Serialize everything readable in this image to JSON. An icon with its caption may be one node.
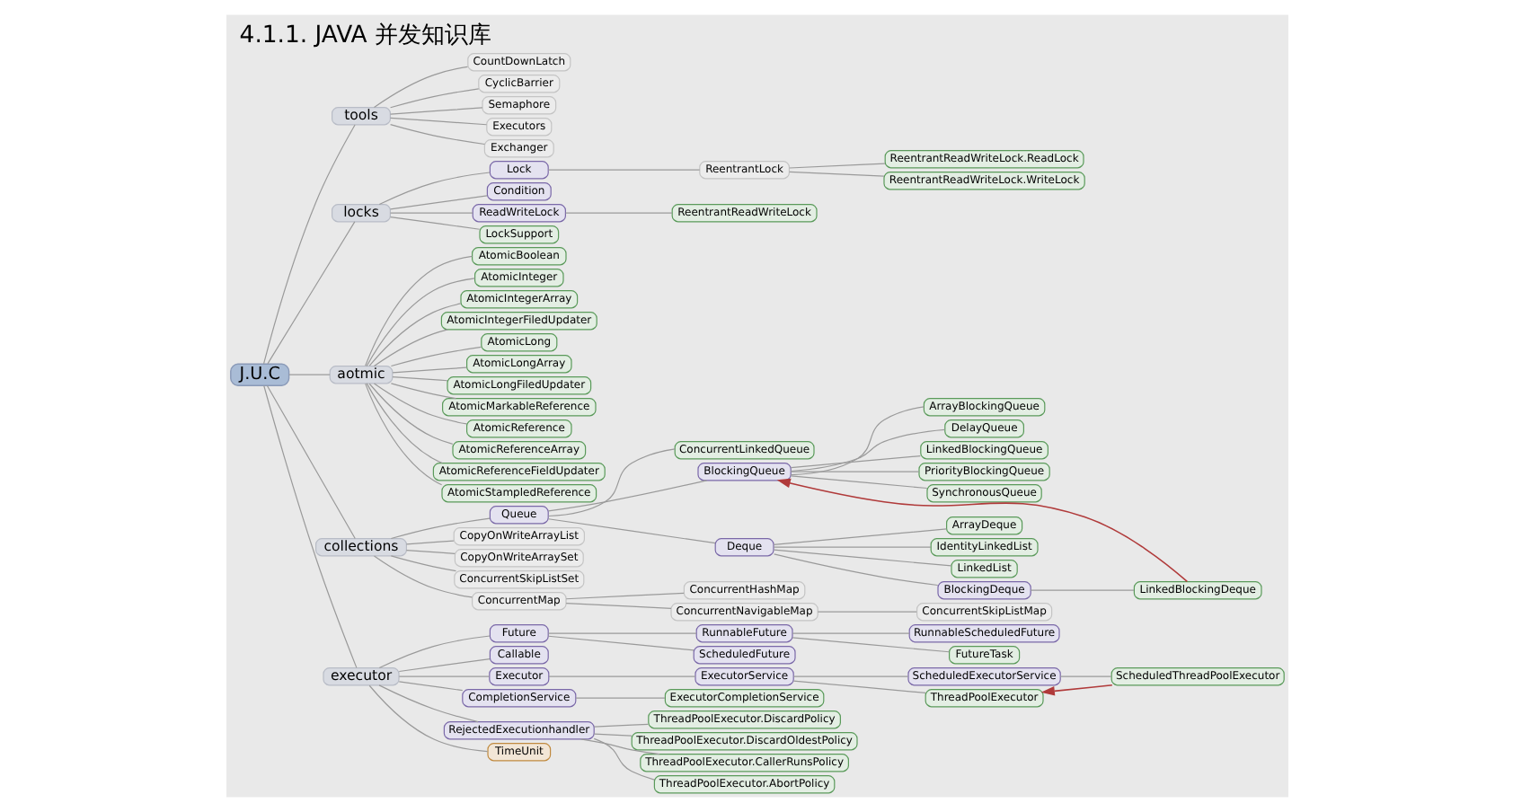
{
  "diagram": {
    "title": "4.1.1. JAVA 并发知识库",
    "nodes": [
      {
        "text": [
          "J.U.C"
        ]
      },
      {
        "text": [
          "tools"
        ]
      },
      {
        "text": [
          "CountDownLatch"
        ]
      },
      {
        "text": [
          "CyclicBarrier"
        ]
      },
      {
        "text": [
          "Semaphore"
        ]
      },
      {
        "text": [
          "Executors"
        ]
      },
      {
        "text": [
          "Exchanger"
        ]
      },
      {
        "text": [
          "locks"
        ]
      },
      {
        "text": [
          "Lock"
        ]
      },
      {
        "text": [
          "ReentrantLock"
        ]
      },
      {
        "text": [
          "ReentrantReadWriteLock.ReadLock"
        ]
      },
      {
        "text": [
          "ReentrantReadWriteLock.WriteLock"
        ]
      },
      {
        "text": [
          "Condition"
        ]
      },
      {
        "text": [
          "ReadWriteLock"
        ]
      },
      {
        "text": [
          "ReentrantReadWriteLock"
        ]
      },
      {
        "text": [
          "LockSupport"
        ]
      },
      {
        "text": [
          "aotmic"
        ]
      },
      {
        "text": [
          "AtomicBoolean"
        ]
      },
      {
        "text": [
          "AtomicInteger"
        ]
      },
      {
        "text": [
          "AtomicIntegerArray"
        ]
      },
      {
        "text": [
          "AtomicIntegerFiledUpdater"
        ]
      },
      {
        "text": [
          "AtomicLong"
        ]
      },
      {
        "text": [
          "AtomicLongArray"
        ]
      },
      {
        "text": [
          "AtomicLongFiledUpdater"
        ]
      },
      {
        "text": [
          "AtomicMarkableReference"
        ]
      },
      {
        "text": [
          "AtomicReference"
        ]
      },
      {
        "text": [
          "AtomicReferenceArray"
        ]
      },
      {
        "text": [
          "AtomicReferenceFieldUpdater"
        ]
      },
      {
        "text": [
          "AtomicStampledReference"
        ]
      },
      {
        "text": [
          "collections"
        ]
      },
      {
        "text": [
          "Queue"
        ]
      },
      {
        "text": [
          "ConcurrentLinkedQueue"
        ]
      },
      {
        "text": [
          "BlockingQueue"
        ]
      },
      {
        "text": [
          "ArrayBlockingQueue"
        ]
      },
      {
        "text": [
          "DelayQueue"
        ]
      },
      {
        "text": [
          "LinkedBlockingQueue"
        ]
      },
      {
        "text": [
          "PriorityBlockingQueue"
        ]
      },
      {
        "text": [
          "SynchronousQueue"
        ]
      },
      {
        "text": [
          "Deque"
        ]
      },
      {
        "text": [
          "ArrayDeque"
        ]
      },
      {
        "text": [
          "IdentityLinkedList"
        ]
      },
      {
        "text": [
          "LinkedList"
        ]
      },
      {
        "text": [
          "BlockingDeque"
        ]
      },
      {
        "text": [
          "LinkedBlockingDeque"
        ]
      },
      {
        "text": [
          "CopyOnWriteArrayList"
        ]
      },
      {
        "text": [
          "CopyOnWriteArraySet"
        ]
      },
      {
        "text": [
          "ConcurrentSkipListSet"
        ]
      },
      {
        "text": [
          "ConcurrentMap"
        ]
      },
      {
        "text": [
          "ConcurrentHashMap"
        ]
      },
      {
        "text": [
          "ConcurrentNavigableMap"
        ]
      },
      {
        "text": [
          "ConcurrentSkipListMap"
        ]
      },
      {
        "text": [
          "executor"
        ]
      },
      {
        "text": [
          "Future"
        ]
      },
      {
        "text": [
          "RunnableFuture"
        ]
      },
      {
        "text": [
          "RunnableScheduledFuture"
        ]
      },
      {
        "text": [
          "FutureTask"
        ]
      },
      {
        "text": [
          "ScheduledFuture"
        ]
      },
      {
        "text": [
          "Callable"
        ]
      },
      {
        "text": [
          "Executor"
        ]
      },
      {
        "text": [
          "ExecutorService"
        ]
      },
      {
        "text": [
          "ScheduledExecutorService"
        ]
      },
      {
        "text": [
          "ScheduledThreadPoolExecutor"
        ]
      },
      {
        "text": [
          "ThreadPoolExecutor"
        ]
      },
      {
        "text": [
          "CompletionService"
        ]
      },
      {
        "text": [
          "ExecutorCompletionService"
        ]
      },
      {
        "text": [
          "RejectedExecutionhandler"
        ]
      },
      {
        "text": [
          "ThreadPoolExecutor.DiscardPolicy"
        ]
      },
      {
        "text": [
          "ThreadPoolExecutor.DiscardOldestPolicy"
        ]
      },
      {
        "text": [
          "ThreadPoolExecutor.CallerRunsPolicy"
        ]
      },
      {
        "text": [
          "ThreadPoolExecutor.AbortPolicy"
        ]
      },
      {
        "text": [
          "TimeUnit"
        ]
      }
    ],
    "edges": [
      {
        "from": 0,
        "to": 1,
        "arrow": "none"
      },
      {
        "from": 1,
        "to": 2,
        "arrow": "none"
      },
      {
        "from": 1,
        "to": 3,
        "arrow": "none"
      },
      {
        "from": 1,
        "to": 4,
        "arrow": "none"
      },
      {
        "from": 1,
        "to": 5,
        "arrow": "none"
      },
      {
        "from": 1,
        "to": 6,
        "arrow": "none"
      },
      {
        "from": 0,
        "to": 7,
        "arrow": "none"
      },
      {
        "from": 7,
        "to": 8,
        "arrow": "none"
      },
      {
        "from": 8,
        "to": 9,
        "arrow": "none"
      },
      {
        "from": 9,
        "to": 10,
        "arrow": "none"
      },
      {
        "from": 9,
        "to": 11,
        "arrow": "none"
      },
      {
        "from": 7,
        "to": 12,
        "arrow": "none"
      },
      {
        "from": 7,
        "to": 13,
        "arrow": "none"
      },
      {
        "from": 13,
        "to": 14,
        "arrow": "none"
      },
      {
        "from": 7,
        "to": 15,
        "arrow": "none"
      },
      {
        "from": 0,
        "to": 16,
        "arrow": "none"
      },
      {
        "from": 16,
        "to": 17,
        "arrow": "none"
      },
      {
        "from": 16,
        "to": 18,
        "arrow": "none"
      },
      {
        "from": 16,
        "to": 19,
        "arrow": "none"
      },
      {
        "from": 16,
        "to": 20,
        "arrow": "none"
      },
      {
        "from": 16,
        "to": 21,
        "arrow": "none"
      },
      {
        "from": 16,
        "to": 22,
        "arrow": "none"
      },
      {
        "from": 16,
        "to": 23,
        "arrow": "none"
      },
      {
        "from": 16,
        "to": 24,
        "arrow": "none"
      },
      {
        "from": 16,
        "to": 25,
        "arrow": "none"
      },
      {
        "from": 16,
        "to": 26,
        "arrow": "none"
      },
      {
        "from": 16,
        "to": 27,
        "arrow": "none"
      },
      {
        "from": 16,
        "to": 28,
        "arrow": "none"
      },
      {
        "from": 0,
        "to": 29,
        "arrow": "none"
      },
      {
        "from": 29,
        "to": 30,
        "arrow": "none"
      },
      {
        "from": 30,
        "to": 31,
        "arrow": "none"
      },
      {
        "from": 30,
        "to": 32,
        "arrow": "none"
      },
      {
        "from": 32,
        "to": 33,
        "arrow": "none"
      },
      {
        "from": 32,
        "to": 34,
        "arrow": "none"
      },
      {
        "from": 32,
        "to": 35,
        "arrow": "none"
      },
      {
        "from": 32,
        "to": 36,
        "arrow": "none"
      },
      {
        "from": 32,
        "to": 37,
        "arrow": "none"
      },
      {
        "from": 30,
        "to": 38,
        "arrow": "none"
      },
      {
        "from": 38,
        "to": 39,
        "arrow": "none"
      },
      {
        "from": 38,
        "to": 40,
        "arrow": "none"
      },
      {
        "from": 38,
        "to": 41,
        "arrow": "none"
      },
      {
        "from": 38,
        "to": 42,
        "arrow": "none"
      },
      {
        "from": 42,
        "to": 43,
        "arrow": "none"
      },
      {
        "from": 43,
        "to": 32,
        "arrow": "to",
        "color": "#b03a3a"
      },
      {
        "from": 29,
        "to": 44,
        "arrow": "none"
      },
      {
        "from": 29,
        "to": 45,
        "arrow": "none"
      },
      {
        "from": 29,
        "to": 46,
        "arrow": "none"
      },
      {
        "from": 29,
        "to": 47,
        "arrow": "none"
      },
      {
        "from": 47,
        "to": 48,
        "arrow": "none"
      },
      {
        "from": 47,
        "to": 49,
        "arrow": "none"
      },
      {
        "from": 49,
        "to": 50,
        "arrow": "none"
      },
      {
        "from": 0,
        "to": 51,
        "arrow": "none"
      },
      {
        "from": 51,
        "to": 52,
        "arrow": "none"
      },
      {
        "from": 52,
        "to": 53,
        "arrow": "none"
      },
      {
        "from": 53,
        "to": 54,
        "arrow": "none"
      },
      {
        "from": 53,
        "to": 55,
        "arrow": "none"
      },
      {
        "from": 52,
        "to": 56,
        "arrow": "none"
      },
      {
        "from": 51,
        "to": 57,
        "arrow": "none"
      },
      {
        "from": 51,
        "to": 58,
        "arrow": "none"
      },
      {
        "from": 58,
        "to": 59,
        "arrow": "none"
      },
      {
        "from": 59,
        "to": 60,
        "arrow": "none"
      },
      {
        "from": 60,
        "to": 61,
        "arrow": "none"
      },
      {
        "from": 59,
        "to": 62,
        "arrow": "none"
      },
      {
        "from": 61,
        "to": 62,
        "arrow": "to",
        "color": "#b03a3a"
      },
      {
        "from": 51,
        "to": 63,
        "arrow": "none"
      },
      {
        "from": 63,
        "to": 64,
        "arrow": "none"
      },
      {
        "from": 51,
        "to": 65,
        "arrow": "none"
      },
      {
        "from": 65,
        "to": 66,
        "arrow": "none"
      },
      {
        "from": 65,
        "to": 67,
        "arrow": "none"
      },
      {
        "from": 65,
        "to": 68,
        "arrow": "none"
      },
      {
        "from": 65,
        "to": 69,
        "arrow": "none"
      },
      {
        "from": 51,
        "to": 70,
        "arrow": "none"
      }
    ]
  }
}
